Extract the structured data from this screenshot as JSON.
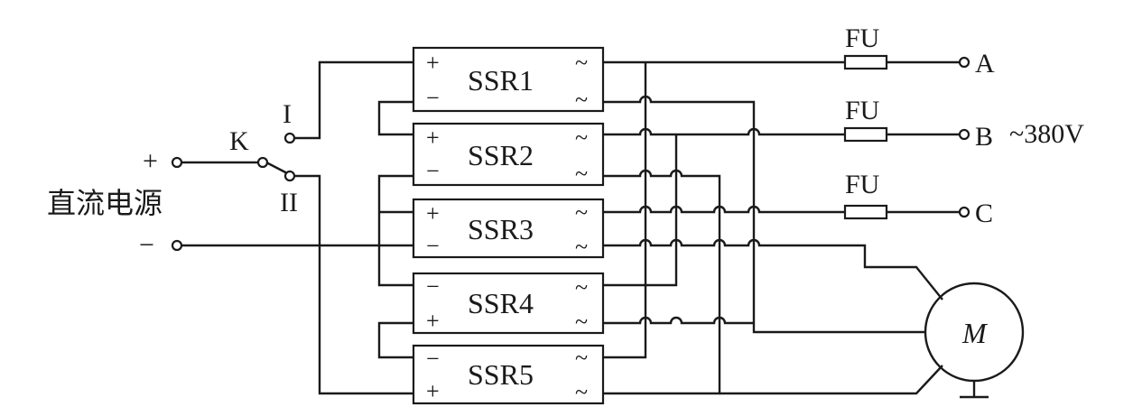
{
  "dc_source": {
    "label": "直流电源",
    "plus": "+",
    "minus": "−"
  },
  "switch": {
    "name": "K",
    "pos1": "I",
    "pos2": "II"
  },
  "relays": [
    {
      "name": "SSR1",
      "top_sign": "+",
      "bottom_sign": "−"
    },
    {
      "name": "SSR2",
      "top_sign": "+",
      "bottom_sign": "−"
    },
    {
      "name": "SSR3",
      "top_sign": "+",
      "bottom_sign": "−"
    },
    {
      "name": "SSR4",
      "top_sign": "−",
      "bottom_sign": "+"
    },
    {
      "name": "SSR5",
      "top_sign": "−",
      "bottom_sign": "+"
    }
  ],
  "ac_symbol": "~",
  "fuse_label": "FU",
  "phases": [
    "A",
    "B",
    "C"
  ],
  "voltage": "~380V",
  "motor": "M"
}
